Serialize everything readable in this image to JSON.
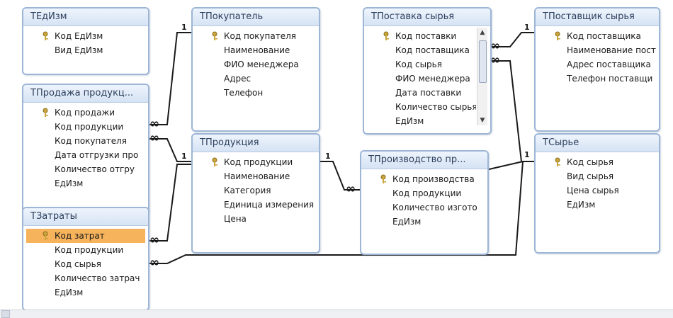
{
  "tables": {
    "units": {
      "title": "TЕдИзм",
      "fields": [
        "Код ЕдИзм",
        "Вид ЕдИзм"
      ],
      "key_index": 0
    },
    "sales": {
      "title": "TПродажа продукц...",
      "fields": [
        "Код продажи",
        "Код продукции",
        "Код покупателя",
        "Дата отгрузки про",
        "Количество отгру",
        "ЕдИзм"
      ],
      "key_index": 0
    },
    "costs": {
      "title": "TЗатраты",
      "fields": [
        "Код затрат",
        "Код продукции",
        "Код сырья",
        "Количество затрач",
        "ЕдИзм"
      ],
      "key_index": 0,
      "selected_index": 0
    },
    "buyer": {
      "title": "TПокупатель",
      "fields": [
        "Код покупателя",
        "Наименование",
        "ФИО менеджера",
        "Адрес",
        "Телефон"
      ],
      "key_index": 0
    },
    "product": {
      "title": "TПродукция",
      "fields": [
        "Код продукции",
        "Наименование",
        "Категория",
        "Единица измерения",
        "Цена"
      ],
      "key_index": 0
    },
    "supply": {
      "title": "TПоставка сырья",
      "fields": [
        "Код поставки",
        "Код поставщика",
        "Код сырья",
        "ФИО менеджера",
        "Дата поставки",
        "Количество сырья",
        "ЕдИзм"
      ],
      "key_index": 0
    },
    "production": {
      "title": "TПроизводство пр...",
      "fields": [
        "Код производства",
        "Код продукции",
        "Количество изгото",
        "ЕдИзм"
      ],
      "key_index": 0
    },
    "supplier": {
      "title": "TПоставщик сырья",
      "fields": [
        "Код поставщика",
        "Наименование пост",
        "Адрес поставщика",
        "Телефон поставщи"
      ],
      "key_index": 0
    },
    "raw": {
      "title": "TСырье",
      "fields": [
        "Код сырья",
        "Вид сырья",
        "Цена сырья",
        "ЕдИзм"
      ],
      "key_index": 0
    }
  },
  "relations": {
    "one_label": "1",
    "many_label": "∞"
  },
  "icons": {
    "key": "key-icon",
    "scroll_up": "scroll-up-arrow-icon",
    "scroll_down": "scroll-down-arrow-icon"
  },
  "colors": {
    "table_border": "#9db6d6",
    "title_bg": "#d6e3f4",
    "selected_row": "#f6b35c",
    "relation_line": "#1a1a1a",
    "key": "#caa53d"
  }
}
